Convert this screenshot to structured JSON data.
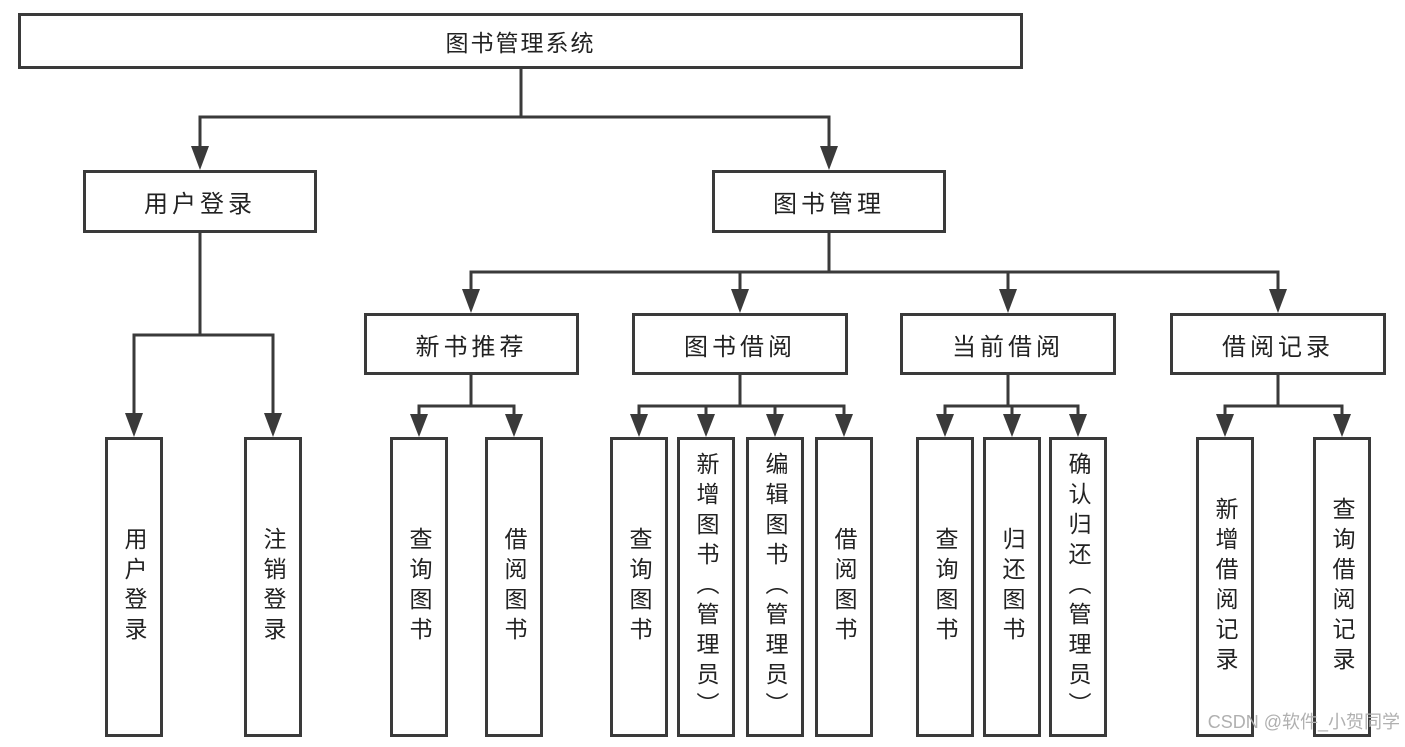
{
  "diagram": {
    "nodes": {
      "root": "图书管理系统",
      "user_login": "用户登录",
      "book_mgmt": "图书管理",
      "new_book_rec": "新书推荐",
      "book_borrow": "图书借阅",
      "current_borrow": "当前借阅",
      "borrow_record": "借阅记录",
      "ul_login": "用户登录",
      "ul_logout": "注销登录",
      "nb_query": "查询图书",
      "nb_borrow": "借阅图书",
      "bb_query": "查询图书",
      "bb_add": "新增图书（管理员）",
      "bb_edit": "编辑图书（管理员）",
      "bb_borrow": "借阅图书",
      "cb_query": "查询图书",
      "cb_return": "归还图书",
      "cb_confirm": "确认归还（管理员）",
      "br_add": "新增借阅记录",
      "br_query": "查询借阅记录"
    }
  },
  "watermark": {
    "text": "CSDN @软件_小贺同学"
  },
  "colors": {
    "line": "#3a3a3a",
    "text": "#222222",
    "watermark": "#b0b0b0",
    "background": "#ffffff"
  }
}
